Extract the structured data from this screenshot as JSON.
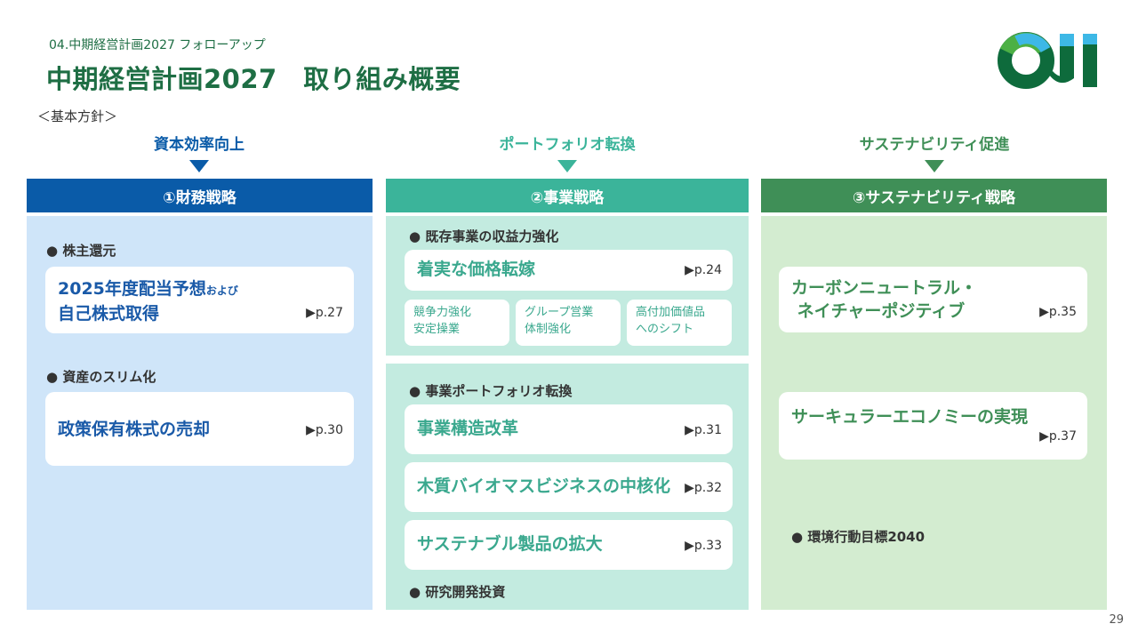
{
  "header": {
    "subtitle": "04.中期経営計画2027 フォローアップ",
    "title": "中期経営計画2027　取り組み概要",
    "logo": "OJI",
    "basic_policy": "＜基本方針＞"
  },
  "policies": [
    "資本効率向上",
    "ポートフォリオ転換",
    "サステナビリティ促進"
  ],
  "colors": {
    "blue": "#0a5ba8",
    "teal": "#3bb49a",
    "green": "#3f8f57"
  },
  "financial": {
    "header": "①財務戦略",
    "bullet1": "株主還元",
    "card1_line1": "2025年度配当予想",
    "card1_small": "および",
    "card1_line2": "自己株式取得",
    "card1_page": "▶p.27",
    "bullet2": "資産のスリム化",
    "card2": "政策保有株式の売却",
    "card2_page": "▶p.30"
  },
  "business": {
    "header": "②事業戦略",
    "bullet1": "既存事業の収益力強化",
    "card1": "着実な価格転嫁",
    "card1_page": "▶p.24",
    "minis": [
      [
        "競争力強化",
        "安定操業"
      ],
      [
        "グループ営業",
        "体制強化"
      ],
      [
        "高付加価値品",
        "へのシフト"
      ]
    ],
    "bullet2": "事業ポートフォリオ転換",
    "cards": [
      {
        "label": "事業構造改革",
        "page": "▶p.31"
      },
      {
        "label": "木質バイオマスビジネスの中核化",
        "page": "▶p.32"
      },
      {
        "label": "サステナブル製品の拡大",
        "page": "▶p.33"
      }
    ],
    "bullet3": "研究開発投資"
  },
  "sustainability": {
    "header": "③サステナビリティ戦略",
    "card1_line1": "カーボンニュートラル・",
    "card1_line2": "ネイチャーポジティブ",
    "card1_page": "▶p.35",
    "card2": "サーキュラーエコノミーの実現",
    "card2_page": "▶p.37",
    "bullet": "環境行動目標2040"
  },
  "page_number": "29"
}
